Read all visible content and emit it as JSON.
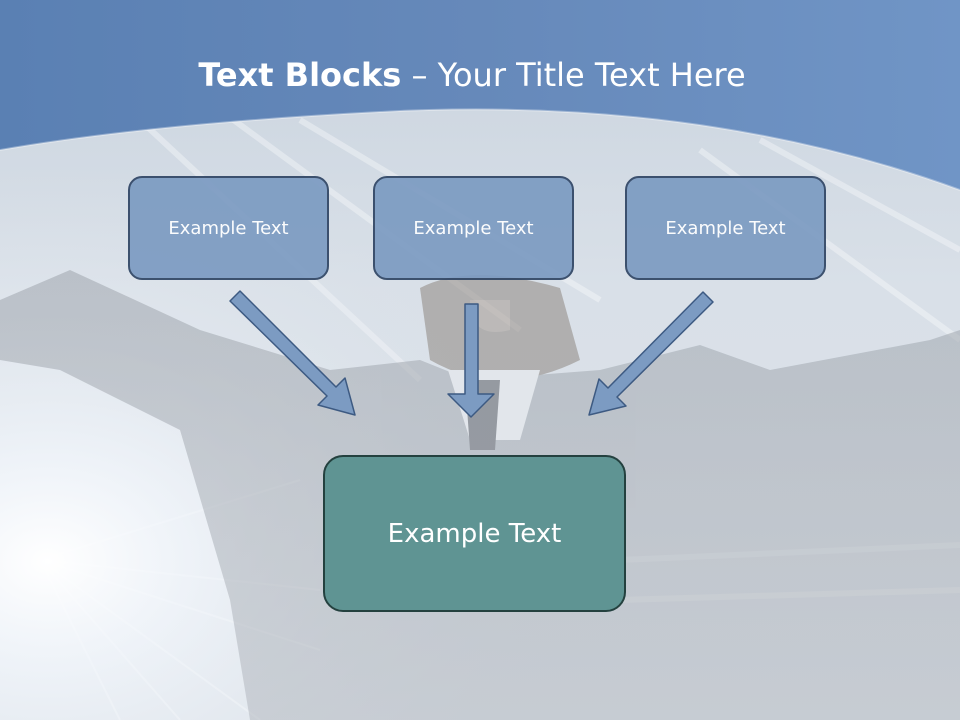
{
  "title": {
    "bold": "Text Blocks",
    "dash": "–",
    "rest": "Your Title Text Here"
  },
  "boxes": [
    {
      "label": "Example Text"
    },
    {
      "label": "Example Text"
    },
    {
      "label": "Example Text"
    }
  ],
  "center_box": {
    "label": "Example Text"
  },
  "colors": {
    "header_blue": "#5a80b3",
    "box_fill": "#7c9bc2",
    "box_border": "#2f4564",
    "center_fill": "#5f9493",
    "center_border": "#24413f",
    "arrow_fill": "#7c9bc2"
  }
}
